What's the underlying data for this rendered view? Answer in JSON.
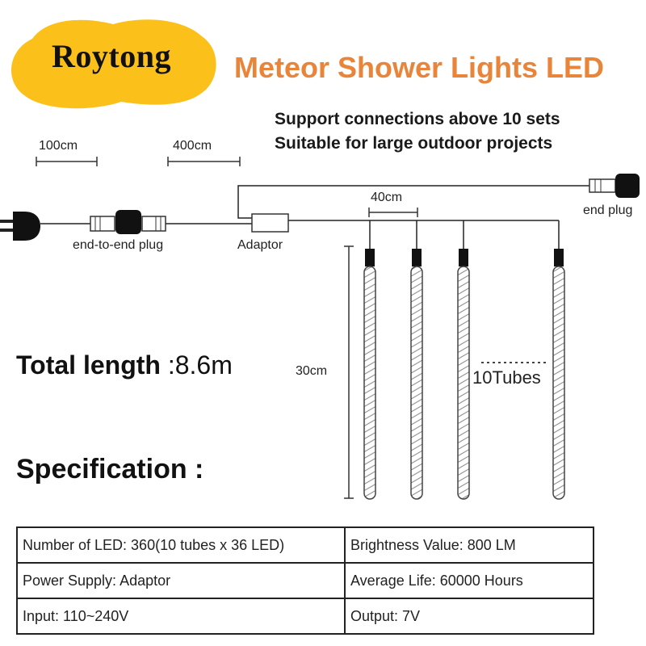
{
  "brand": {
    "name": "Roytong",
    "badge_color": "#fcc01a"
  },
  "title": "Meteor Shower Lights LED",
  "title_color": "#e8853a",
  "support_lines": [
    "Support  connections above 10 sets",
    "Suitable for large outdoor projects"
  ],
  "dimensions": {
    "cable_1": "100cm",
    "cable_2": "400cm",
    "tube_spacing": "40cm",
    "tube_length": "30cm"
  },
  "components": {
    "connector": "end-to-end plug",
    "adaptor": "Adaptor",
    "end_plug": "end plug"
  },
  "tubes_label": "10Tubes",
  "total_length": {
    "label": "Total length",
    "value": " :8.6m"
  },
  "spec_heading": "Specification :",
  "spec_table": [
    [
      "Number of LED: 360(10 tubes x 36 LED)",
      "Brightness Value: 800 LM"
    ],
    [
      "Power Supply: Adaptor",
      "Average Life: 60000 Hours"
    ],
    [
      "Input: 110~240V",
      "Output: 7V"
    ]
  ]
}
